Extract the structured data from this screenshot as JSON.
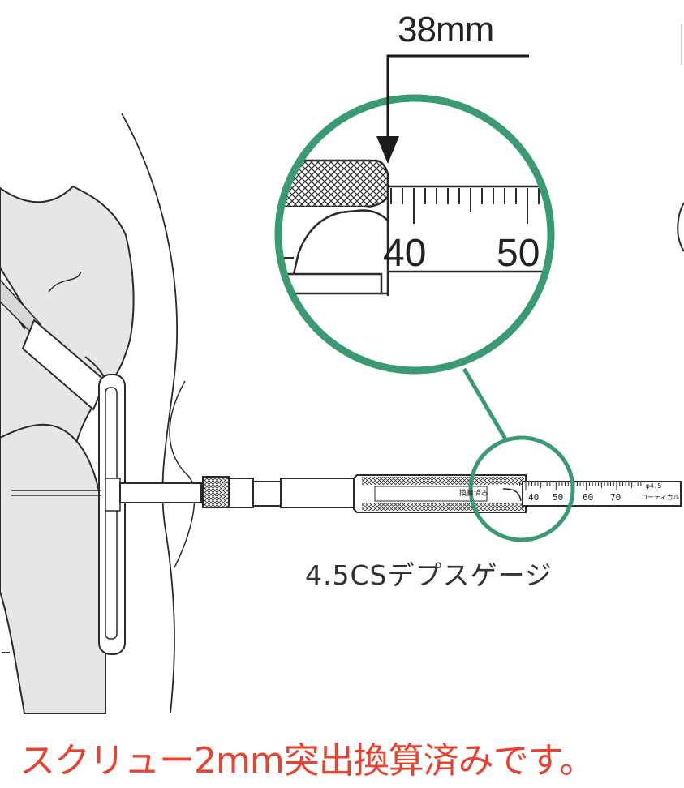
{
  "measurement_label": "38mm",
  "scale_labels": [
    "40",
    "50"
  ],
  "gauge_name": "4.5CSデプスゲージ",
  "note": "スクリュー2mm突出換算済みです。",
  "small_scale_labels": [
    "40",
    "50",
    "60",
    "70"
  ],
  "gauge_body_text": "換算済み",
  "gauge_tip_text": [
    "φ4.5",
    "コーティカル"
  ],
  "colors": {
    "highlight_circle": "#3a9a72",
    "note_text": "#e8412f",
    "bone_fill": "#e6e6e6",
    "line": "#2a2a2a"
  }
}
